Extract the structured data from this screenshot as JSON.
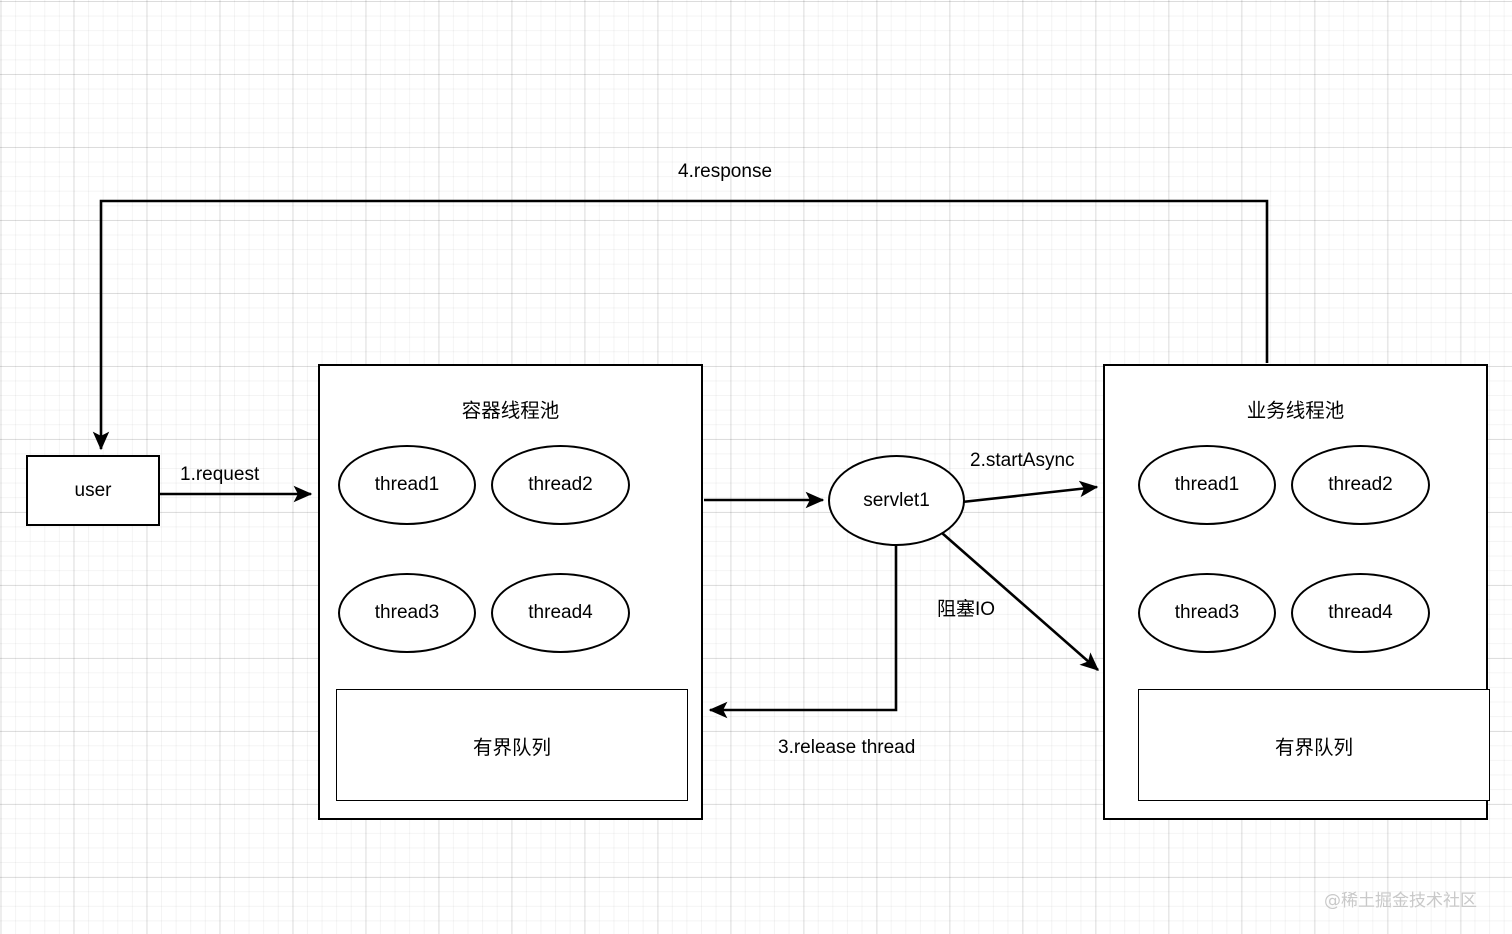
{
  "diagram": {
    "title": "servlet async thread pool diagram",
    "watermark": "@稀土掘金技术社区",
    "colors": {
      "stroke": "#000000",
      "fill": "#ffffff",
      "grid_minor": "rgba(0,0,0,0.045)",
      "grid_major": "rgba(0,0,0,0.10)",
      "watermark": "#c9c9c9"
    }
  },
  "nodes": {
    "user": {
      "label": "user"
    },
    "servlet": {
      "label": "servlet1"
    },
    "container_pool": {
      "title": "容器线程池",
      "threads": [
        {
          "label": "thread1"
        },
        {
          "label": "thread2"
        },
        {
          "label": "thread3"
        },
        {
          "label": "thread4"
        }
      ],
      "queue": {
        "label": "有界队列"
      }
    },
    "business_pool": {
      "title": "业务线程池",
      "threads": [
        {
          "label": "thread1"
        },
        {
          "label": "thread2"
        },
        {
          "label": "thread3"
        },
        {
          "label": "thread4"
        }
      ],
      "queue": {
        "label": "有界队列"
      }
    }
  },
  "edges": [
    {
      "id": "request",
      "label": "1.request",
      "from": "user",
      "to": "container_pool"
    },
    {
      "id": "dispatch",
      "label": "",
      "from": "container_pool",
      "to": "servlet"
    },
    {
      "id": "start_async",
      "label": "2.startAsync",
      "from": "servlet",
      "to": "business_pool"
    },
    {
      "id": "blocking_io",
      "label": "阻塞IO",
      "from": "servlet",
      "to": "business_pool"
    },
    {
      "id": "release",
      "label": "3.release thread",
      "from": "servlet",
      "to": "container_pool"
    },
    {
      "id": "response",
      "label": "4.response",
      "from": "business_pool",
      "to": "user"
    }
  ]
}
